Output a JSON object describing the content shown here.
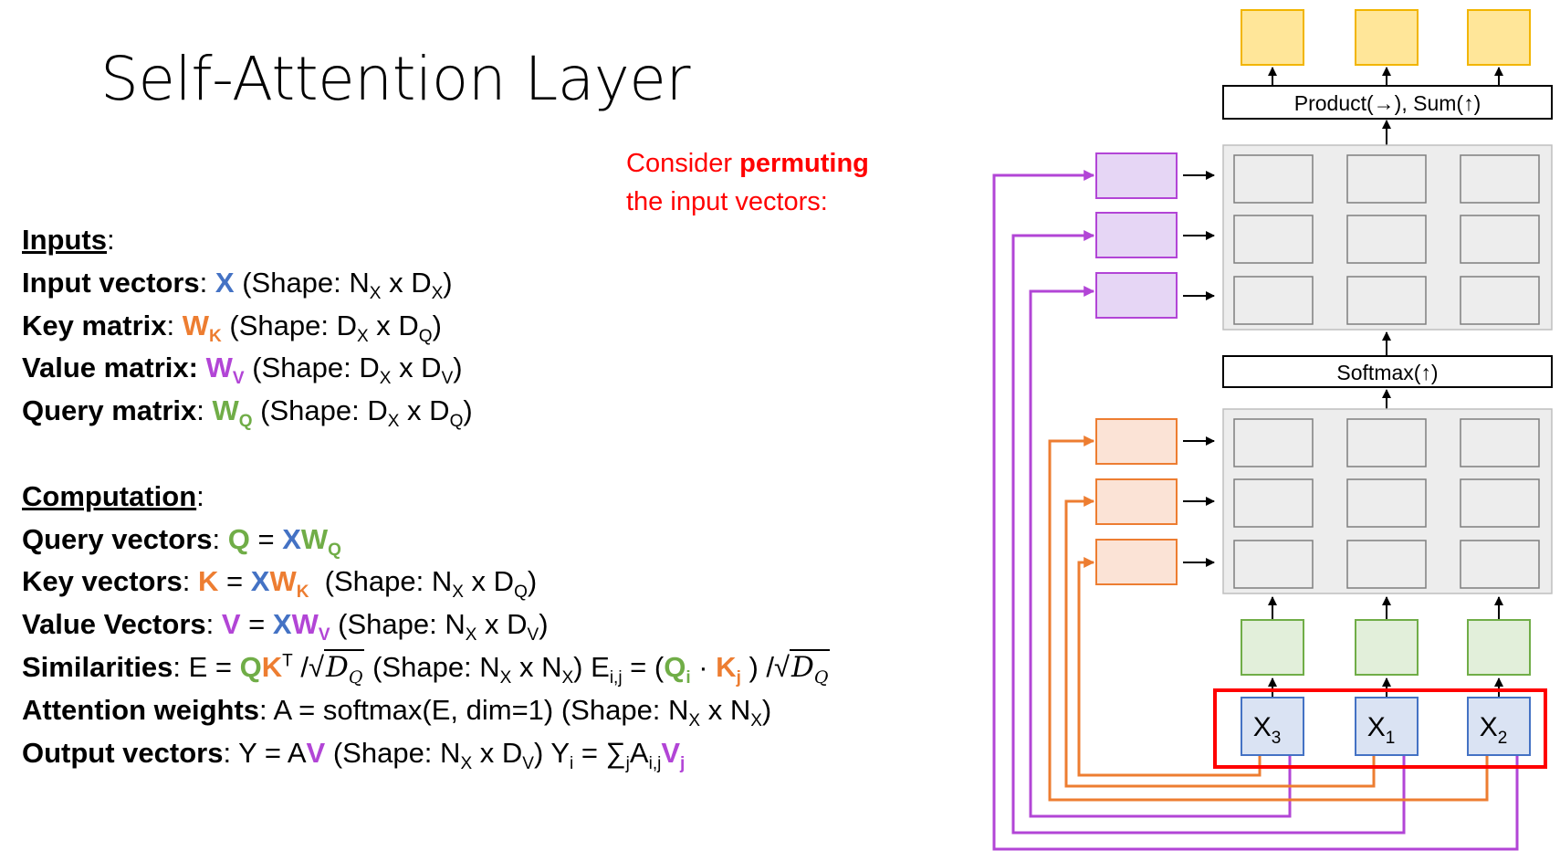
{
  "title": "Self-Attention Layer",
  "note": {
    "line1_plain": "Consider ",
    "line1_bold": "permuting",
    "line2": "the input vectors:"
  },
  "inputs": {
    "heading": "Inputs",
    "rows": [
      {
        "label": "Input vectors",
        "sym": "X",
        "shape": "(Shape: N",
        "s1": "X",
        "mid": " x D",
        "s2": "X",
        "end": ")"
      },
      {
        "label": "Key matrix",
        "sym": "W",
        "symsub": "K",
        "shape": "(Shape: D",
        "s1": "X",
        "mid": " x D",
        "s2": "Q",
        "end": ")"
      },
      {
        "label": "Value matrix:",
        "sym": "W",
        "symsub": "V",
        "shape": "(Shape: D",
        "s1": "X",
        "mid": " x D",
        "s2": "V",
        "end": ")"
      },
      {
        "label": "Query matrix",
        "sym": "W",
        "symsub": "Q",
        "shape": "(Shape: D",
        "s1": "X",
        "mid": " x D",
        "s2": "Q",
        "end": ")"
      }
    ]
  },
  "computation": {
    "heading": "Computation",
    "query": {
      "label": "Query vectors",
      "lhs": "Q",
      "eq": " = ",
      "x": "X",
      "w": "W",
      "wsub": "Q"
    },
    "key": {
      "label": "Key vectors",
      "lhs": "K",
      "eq": " = ",
      "x": "X",
      "w": "W",
      "wsub": "K",
      "shape": "(Shape: N",
      "s1": "X",
      "mid": " x D",
      "s2": "Q",
      "end": ")"
    },
    "value": {
      "label": "Value Vectors",
      "lhs": "V",
      "eq": " = ",
      "x": "X",
      "w": "W",
      "wsub": "V",
      "shape": "(Shape: N",
      "s1": "X",
      "mid": " x D",
      "s2": "V",
      "end": ")"
    },
    "sim": {
      "label": "Similarities",
      "pre": ": E = ",
      "q": "Q",
      "k": "K",
      "t": "T",
      "div": " /",
      "dq": "D",
      "dqsub": "Q",
      "shape": "(Shape: N",
      "s1": "X",
      "mid": " x N",
      "s2": "X",
      "end": ")",
      "e": "E",
      "esub": "i,j",
      "eq2": " = (",
      "qi": "Q",
      "isub": "i",
      "dot": " · ",
      "kj": "K",
      "jsub": "j",
      "close": ") /"
    },
    "attn": {
      "label": "Attention weights",
      "text": ": A = softmax(E, dim=1)  (Shape: N",
      "s1": "X",
      "mid": " x N",
      "s2": "X",
      "end": ")"
    },
    "out": {
      "label": "Output vectors",
      "pre": ": Y = A",
      "v": "V",
      "shape": " (Shape: N",
      "s1": "X",
      "mid": " x D",
      "s2": "V",
      "end": ") Y",
      "ysub": "i",
      "eq": " = ∑",
      "jsub": "j",
      "a": "A",
      "asub": "i,j",
      "vj": "V",
      "vjsub": "j"
    }
  },
  "diagram": {
    "product_label": "Product(→),  Sum(↑)",
    "softmax_label": "Softmax(↑)",
    "inputs": [
      {
        "base": "X",
        "sub": "3"
      },
      {
        "base": "X",
        "sub": "1"
      },
      {
        "base": "X",
        "sub": "2"
      }
    ]
  },
  "colors": {
    "output": "#ffe699",
    "value": "#e6d6f5",
    "key": "#fbe3d6",
    "query": "#e2efda",
    "input": "#dae3f3",
    "purple": "#b245d6",
    "orange": "#ed7d31",
    "blue": "#4472c4",
    "green": "#70ad47",
    "red": "#ff0000",
    "grid": "#ededed"
  }
}
